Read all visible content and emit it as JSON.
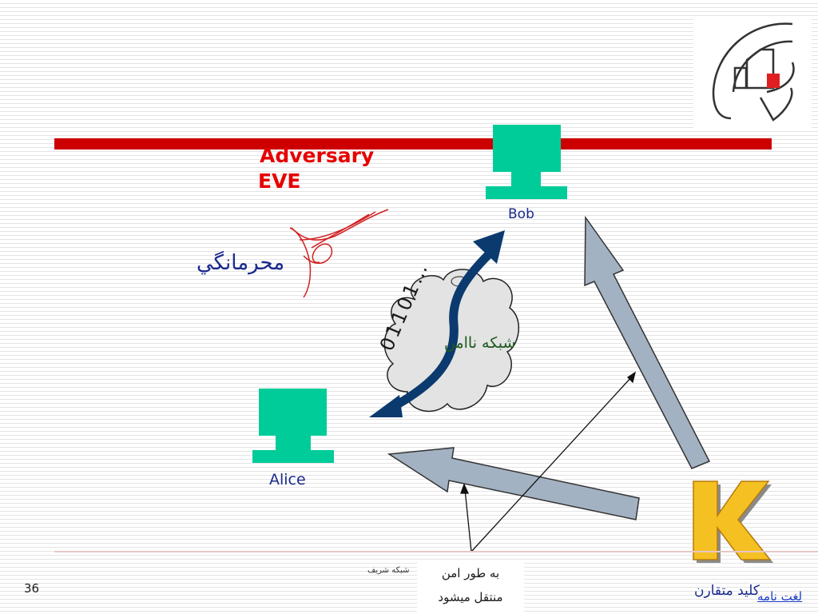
{
  "adversary": {
    "title": "Adversary",
    "subtitle": "EVE"
  },
  "secrecy_label": "محرمانگي",
  "bob_label": "Bob",
  "alice_label": "Alice",
  "network_label": "شبکه ناامن",
  "bits_label": "01101…",
  "key": {
    "letter": "K",
    "label": "کلید متقارن"
  },
  "secure_note": {
    "line1": "به طور امن",
    "line2": "منتقل میشود"
  },
  "footer": {
    "org": "شبکه شريف",
    "page_number": "36",
    "glossary_link": "لغت نامه"
  },
  "icons": {
    "logo": "sharif-logo-icon",
    "eve": "ear-horn-icon",
    "cloud": "network-cloud-icon"
  },
  "colors": {
    "accent_red": "#cc0000",
    "computer": "#00cc99",
    "arrow_blue": "#0b3a6e",
    "key_arrow": "#a3b2c2",
    "cloud_fill": "#e3e3e3",
    "k_fill": "#f5c022"
  }
}
